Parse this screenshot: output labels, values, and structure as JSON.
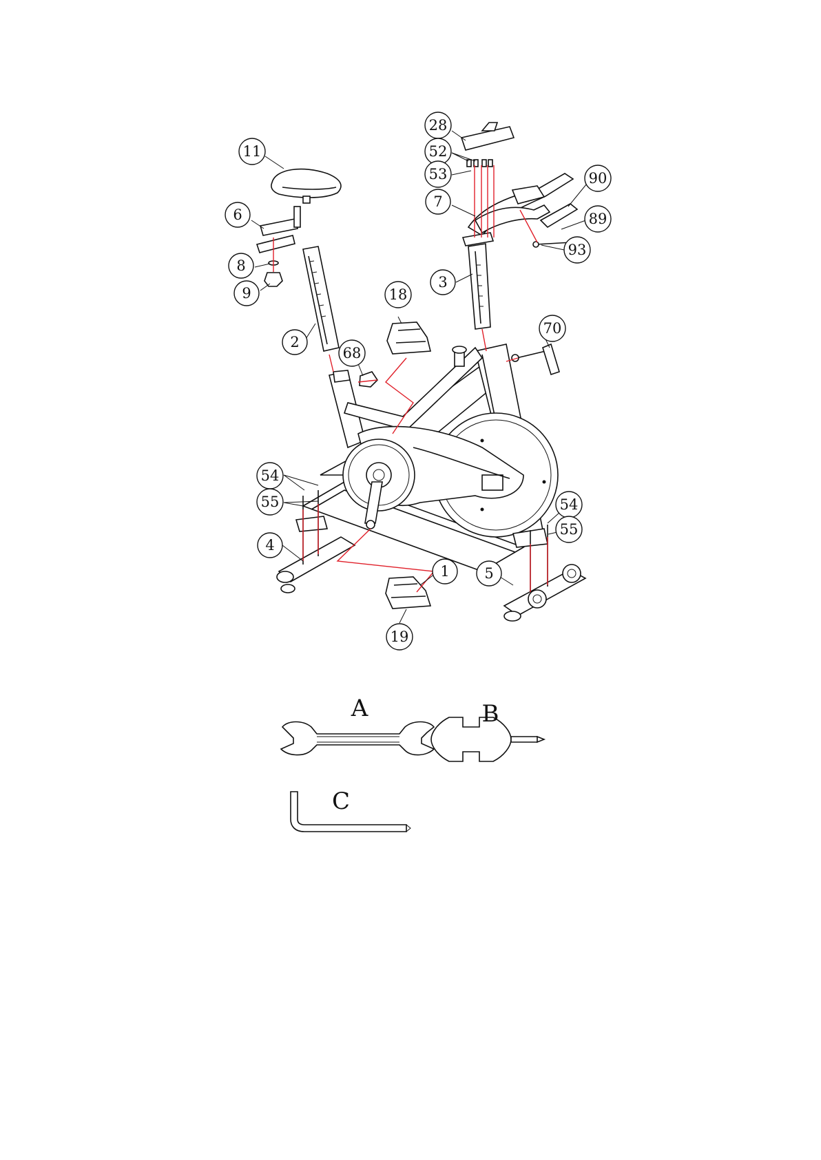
{
  "diagram": {
    "callouts": [
      {
        "id": "c11",
        "label": "11"
      },
      {
        "id": "c6",
        "label": "6"
      },
      {
        "id": "c8",
        "label": "8"
      },
      {
        "id": "c9",
        "label": "9"
      },
      {
        "id": "c2",
        "label": "2"
      },
      {
        "id": "c28",
        "label": "28"
      },
      {
        "id": "c52",
        "label": "52"
      },
      {
        "id": "c53",
        "label": "53"
      },
      {
        "id": "c7",
        "label": "7"
      },
      {
        "id": "c90",
        "label": "90"
      },
      {
        "id": "c89",
        "label": "89"
      },
      {
        "id": "c93",
        "label": "93"
      },
      {
        "id": "c3",
        "label": "3"
      },
      {
        "id": "c18",
        "label": "18"
      },
      {
        "id": "c70",
        "label": "70"
      },
      {
        "id": "c68",
        "label": "68"
      },
      {
        "id": "c54a",
        "label": "54"
      },
      {
        "id": "c55a",
        "label": "55"
      },
      {
        "id": "c4",
        "label": "4"
      },
      {
        "id": "c1",
        "label": "1"
      },
      {
        "id": "c5",
        "label": "5"
      },
      {
        "id": "c54b",
        "label": "54"
      },
      {
        "id": "c55b",
        "label": "55"
      },
      {
        "id": "c19",
        "label": "19"
      }
    ],
    "tools": [
      {
        "id": "tool-a",
        "label": "A",
        "icon": "open-end-wrench-icon"
      },
      {
        "id": "tool-b",
        "label": "B",
        "icon": "multi-wrench-screwdriver-icon"
      },
      {
        "id": "tool-c",
        "label": "C",
        "icon": "allen-key-icon"
      }
    ],
    "colors": {
      "line": "#111111",
      "guide": "#e0202a",
      "background": "#ffffff"
    }
  }
}
